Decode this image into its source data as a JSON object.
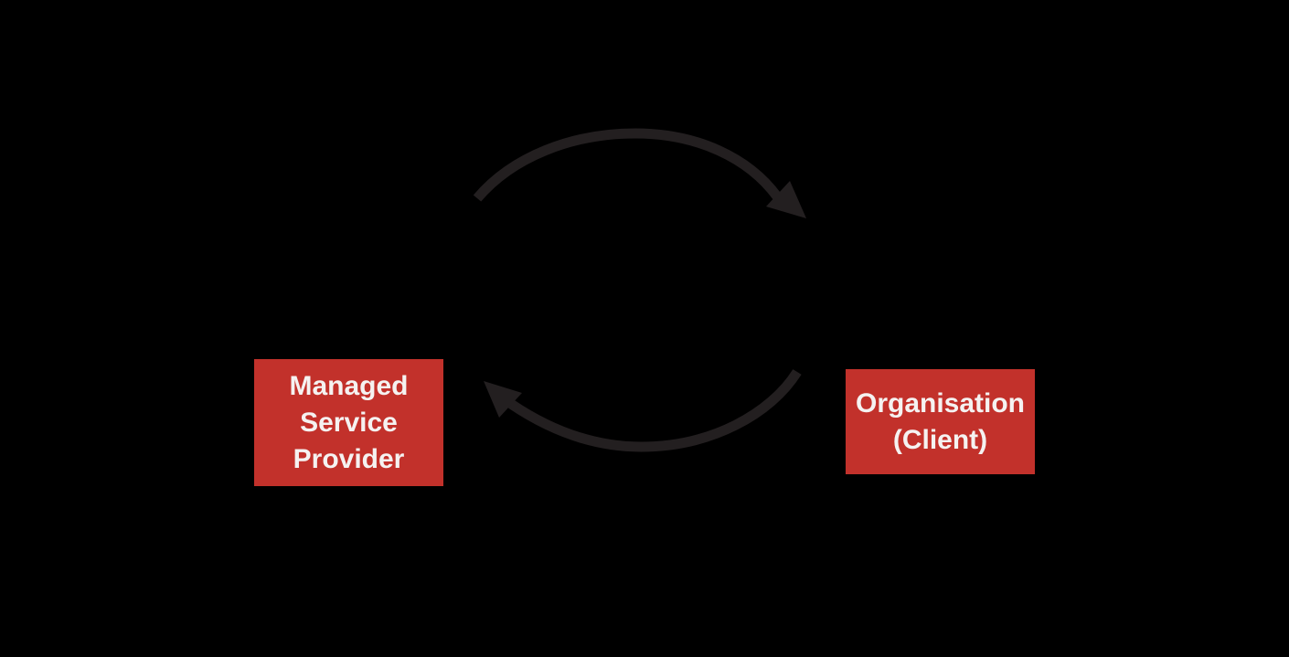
{
  "diagram": {
    "background_color": "#000000",
    "arrow_color": "#231f20",
    "node_color": "#c2312b",
    "node_text_color": "#f5f2f1",
    "nodes": {
      "msp": {
        "lines": [
          "Managed",
          "Service",
          "Provider"
        ]
      },
      "client": {
        "lines": [
          "Organisation",
          "(Client)"
        ]
      }
    },
    "relationship": {
      "top_arrow": "msp-to-client",
      "bottom_arrow": "client-to-msp"
    }
  }
}
